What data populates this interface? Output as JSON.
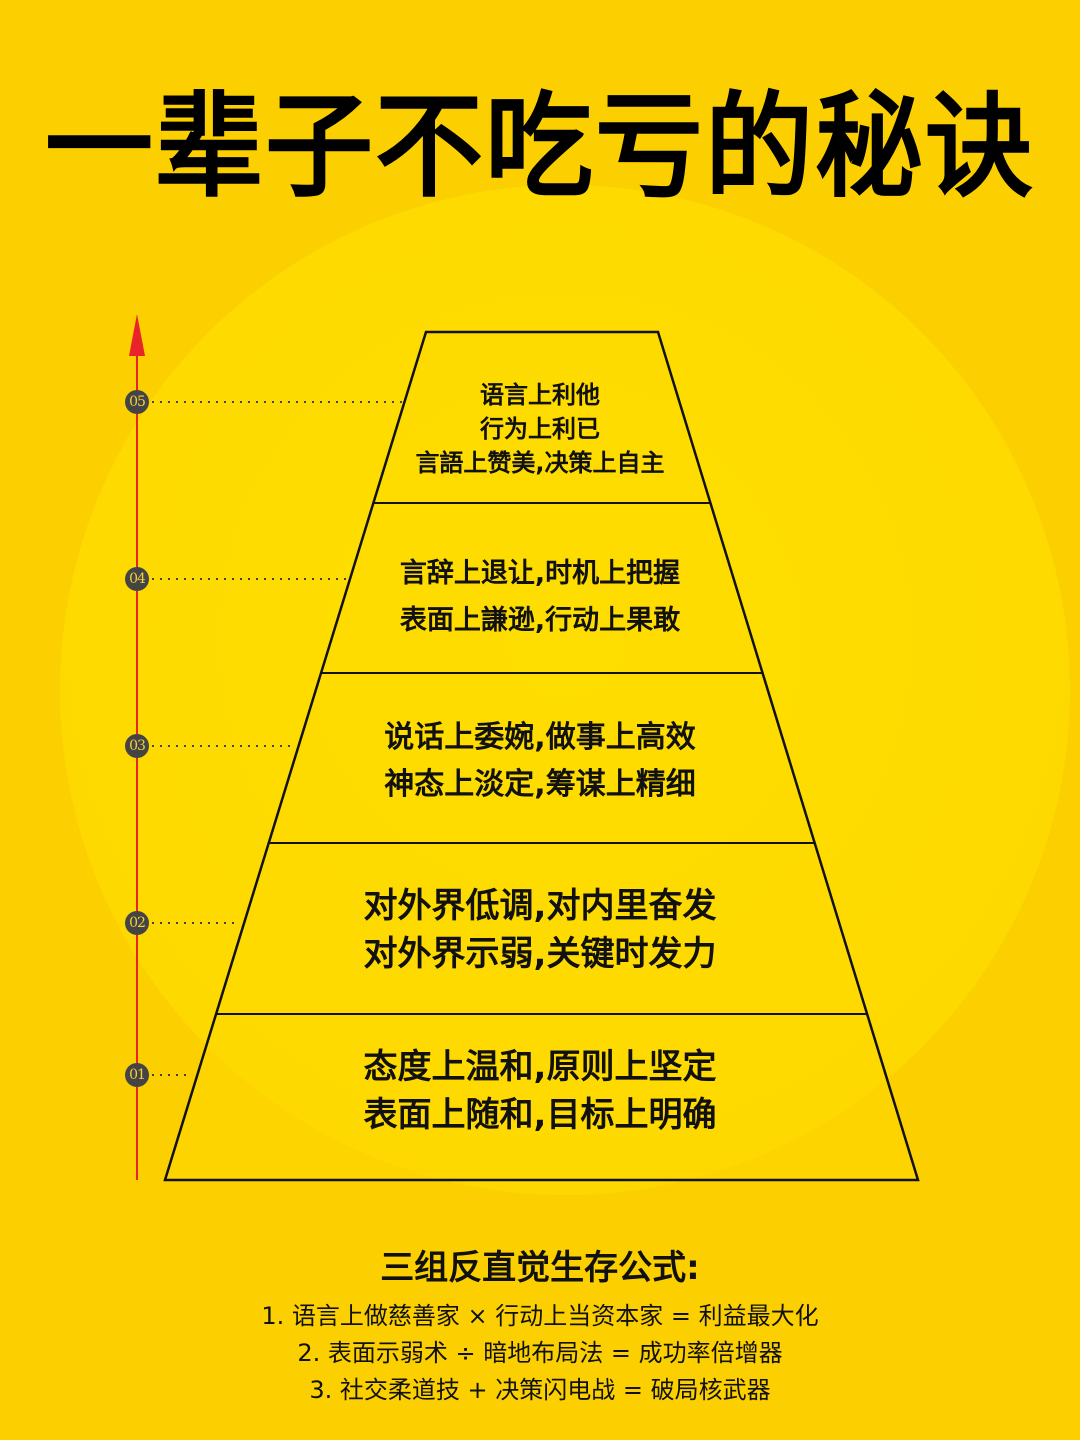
{
  "title": "一辈子不吃亏的秘诀",
  "colors": {
    "background": "#FCD000",
    "glow": "#FFE200",
    "arrow": "#E8242A",
    "badge": "#444444",
    "badge_text": "#F2D040",
    "text": "#111111"
  },
  "axis": {
    "arrow_icon": "red-up-arrow",
    "levels": [
      {
        "label": "05"
      },
      {
        "label": "04"
      },
      {
        "label": "03"
      },
      {
        "label": "02"
      },
      {
        "label": "01"
      }
    ]
  },
  "pyramid": {
    "tiers": [
      {
        "level": "05",
        "lines": [
          "语言上利他",
          "行为上利已",
          "言語上赞美,决策上自主"
        ]
      },
      {
        "level": "04",
        "lines": [
          "言辞上退让,时机上把握",
          "表面上謙逊,行动上果敢"
        ]
      },
      {
        "level": "03",
        "lines": [
          "说话上委婉,做事上高效",
          "神态上淡定,筹谋上精细"
        ]
      },
      {
        "level": "02",
        "lines": [
          "对外界低调,对内里奋发",
          "对外界示弱,关键时发力"
        ]
      },
      {
        "level": "01",
        "lines": [
          "态度上温和,原则上坚定",
          "表面上随和,目标上明确"
        ]
      }
    ]
  },
  "formulas": {
    "heading": "三组反直觉生存公式:",
    "items": [
      "1. 语言上做慈善家 × 行动上当资本家 = 利益最大化",
      "2. 表面示弱术 ÷ 暗地布局法 = 成功率倍增器",
      "3. 社交柔道技 + 决策闪电战 = 破局核武器"
    ]
  }
}
